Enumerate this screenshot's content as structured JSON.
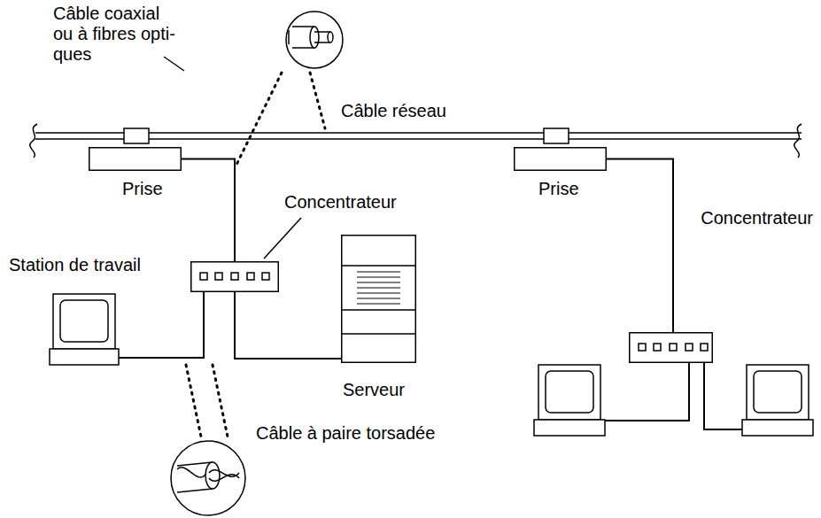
{
  "diagram": {
    "nodes": [
      {
        "text": [
          "Prise"
        ]
      },
      {
        "text": [
          "Concentrateur"
        ]
      },
      {
        "text": [
          "Station de travail"
        ]
      },
      {
        "text": [
          "Serveur"
        ]
      },
      {
        "text": [
          "Prise"
        ]
      },
      {
        "text": [
          "Concentrateur"
        ]
      }
    ],
    "edges": [
      {
        "from": 0,
        "to": 1,
        "arrow": "none"
      },
      {
        "from": 1,
        "to": 2,
        "arrow": "none"
      },
      {
        "from": 1,
        "to": 3,
        "arrow": "none"
      },
      {
        "from": 4,
        "to": 5,
        "arrow": "none"
      }
    ],
    "labels": [
      "Câble coaxial ou à fibres opti- ques",
      "Câble réseau",
      "Câble à paire torsadée"
    ]
  }
}
